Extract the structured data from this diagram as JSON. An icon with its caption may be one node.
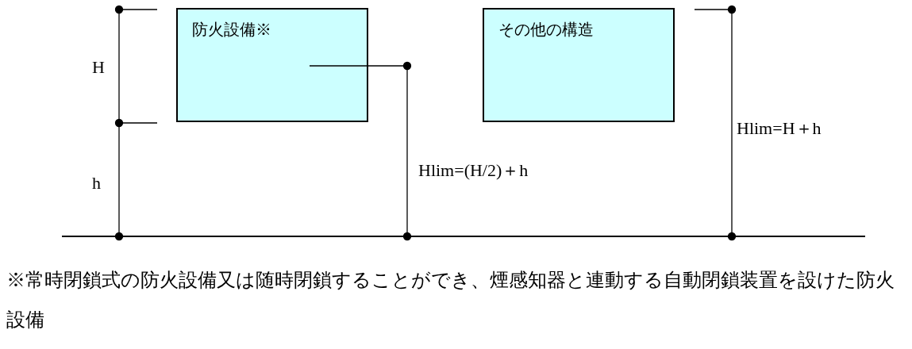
{
  "diagram": {
    "caption": "※常時閉鎖式の防火設備又は随時閉鎖することができ、煙感知器と連動する自動閉鎖装置を設けた防火設備",
    "nodes": [
      {
        "text": [
          "防火設備※"
        ]
      },
      {
        "text": [
          "その他の構造"
        ]
      }
    ],
    "edges": [],
    "labels": [
      "H",
      "h",
      "Hlim=(H/2)＋h",
      "Hlim=H＋h"
    ]
  }
}
